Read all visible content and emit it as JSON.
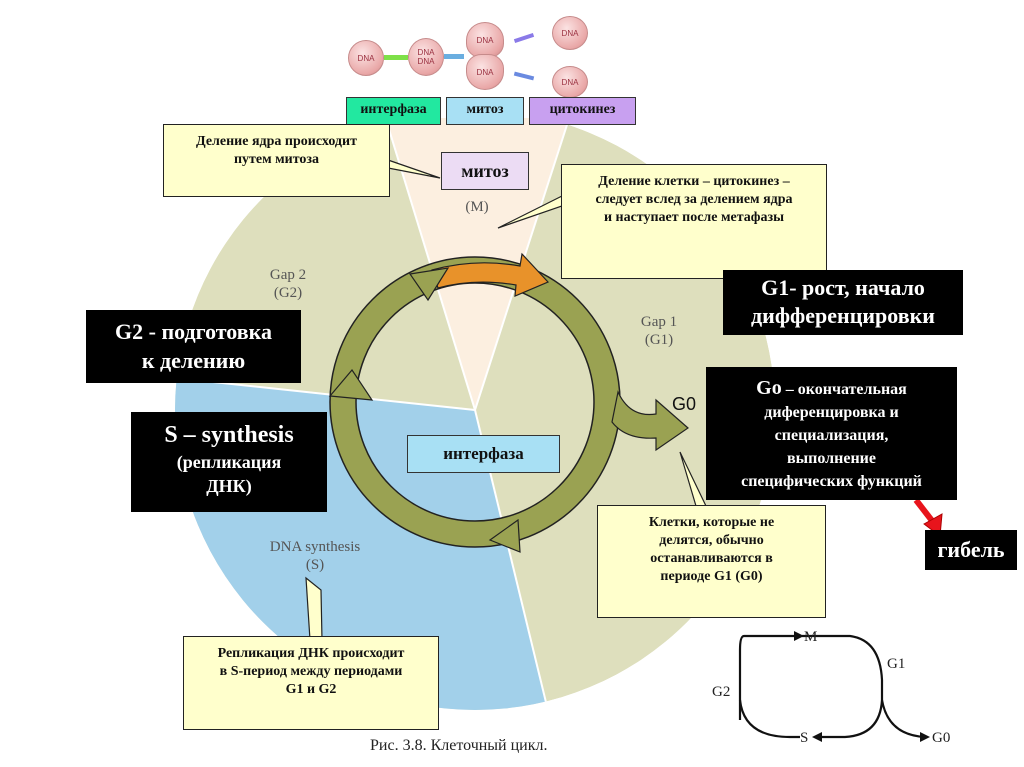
{
  "top_illustration": {
    "cells": [
      {
        "label": "DNA"
      },
      {
        "label": "DNA\nDNA"
      },
      {
        "label_top": "DNA",
        "label_bottom": "DNA"
      },
      {
        "label": "DNA"
      },
      {
        "label": "DNA"
      }
    ],
    "phases": [
      {
        "label": "интерфаза",
        "color": "#22e8a0"
      },
      {
        "label": "митоз",
        "color": "#a8e0f4"
      },
      {
        "label": "цитокинез",
        "color": "#c8a0f0"
      }
    ]
  },
  "pie": {
    "colors": {
      "mitosis": "#fcefe0",
      "gap": "#dedfbd",
      "synthesis": "#a2d0ea",
      "ring": "#9aa252",
      "ring_mitosis": "#e8922a"
    },
    "labels": {
      "mitosis_box": "митоз",
      "mitosis_sub": "(M)",
      "gap2_line1": "Gap 2",
      "gap2_line2": "(G2)",
      "gap1_line1": "Gap 1",
      "gap1_line2": "(G1)",
      "synthesis_line1": "DNA synthesis",
      "synthesis_line2": "(S)",
      "g0_label": "G0",
      "interphase_box": "интерфаза"
    }
  },
  "notes": {
    "nucleus_division": [
      "Деление ядра происходит",
      "путем митоза"
    ],
    "cytokinesis": [
      "Деление клетки – цитокинез –",
      "следует вслед за делением ядра",
      "и наступает после метафазы"
    ],
    "non_dividing": [
      "Клетки, которые не",
      "делятся, обычно",
      "останавливаются в",
      "периоде G1 (G0)"
    ],
    "replication": [
      "Репликация ДНК происходит",
      "в S-период между периодами",
      "G1  и G2"
    ]
  },
  "black_labels": {
    "g1": [
      "G1- рост, начало",
      "дифференцировки"
    ],
    "g2": [
      "G2 - подготовка",
      "к делению"
    ],
    "s_title": "S – synthesis",
    "s_sub": [
      "(репликация",
      "ДНК)"
    ],
    "g0_title": "Go",
    "g0_text": [
      " – окончательная",
      "диференцировка и",
      "специализация,",
      "выполнение",
      "специфических функций"
    ],
    "death": "гибель"
  },
  "mini_cycle": {
    "labels": {
      "m": "M",
      "g1": "G1",
      "g2": "G2",
      "s": "S",
      "g0": "G0"
    }
  },
  "caption": "Рис. 3.8. Клеточный цикл."
}
